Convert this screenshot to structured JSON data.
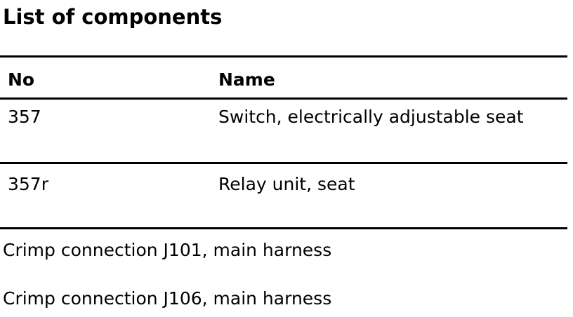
{
  "title": "List of components",
  "table": {
    "headers": [
      "No",
      "Name"
    ],
    "rows": [
      {
        "no": "357",
        "name": "Switch, electrically adjustable seat"
      },
      {
        "no": "357r",
        "name": "Relay unit, seat"
      }
    ]
  },
  "notes": [
    "Crimp connection J101, main harness",
    "Crimp connection J106, main harness"
  ]
}
